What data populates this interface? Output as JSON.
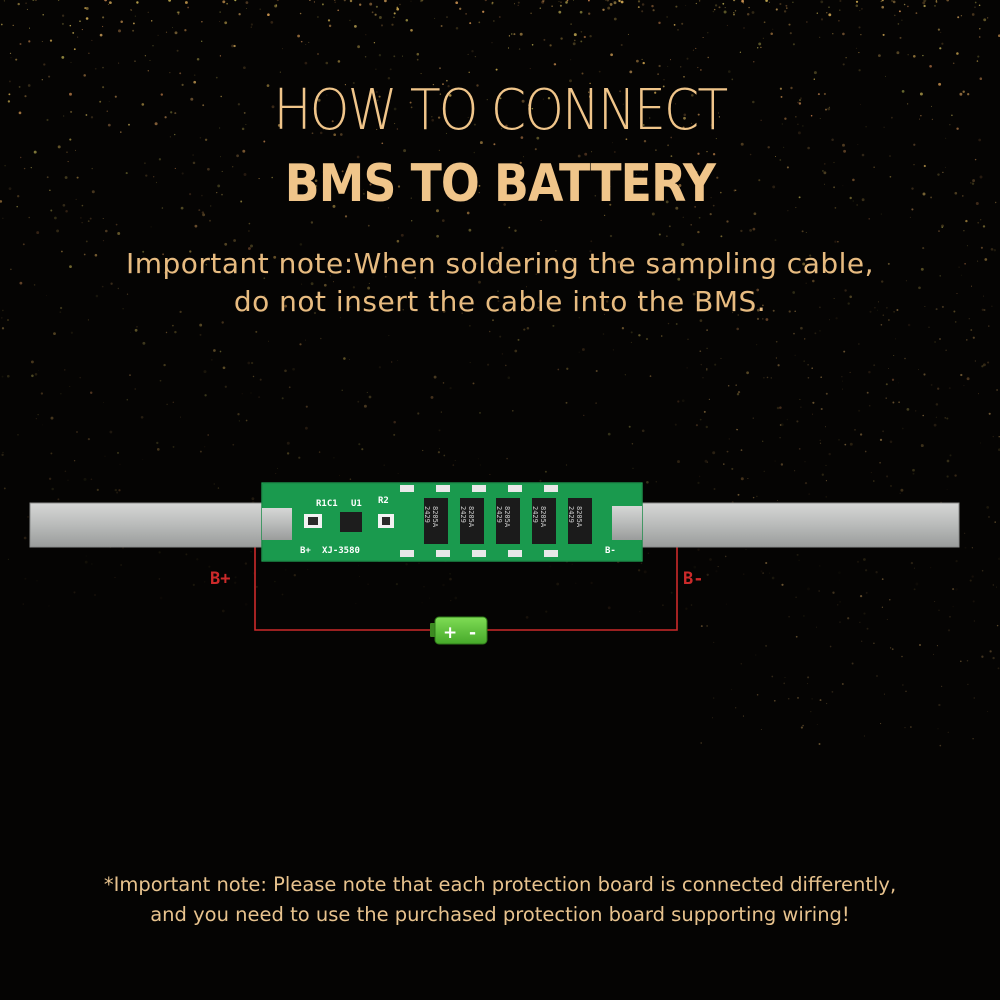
{
  "title": {
    "line1": "HOW TO CONNECT",
    "line2": "BMS TO BATTERY"
  },
  "note_top": {
    "line1": "Important note:When soldering the sampling cable,",
    "line2": "do not insert the cable into the BMS."
  },
  "pcb": {
    "model": "XJ-3580",
    "labels": [
      "R1C1",
      "U1",
      "R2"
    ],
    "pad_left": "B+",
    "pad_right": "B-",
    "chips": [
      "8205A\n2429",
      "8205A\n2429",
      "8205A\n2429",
      "8205A\n2429",
      "8205A\n2429"
    ]
  },
  "terminals": {
    "positive": "B+",
    "negative": "B-"
  },
  "battery": {
    "plus": "+",
    "minus": "-"
  },
  "note_bottom": {
    "line1": "*Important note: Please note that each protection board is connected differently,",
    "line2": "and you need to use the purchased protection board supporting wiring!"
  },
  "colors": {
    "text_gold": "#f0c58a",
    "wire_red": "#cc2a2a",
    "pcb_green": "#1a9a4e",
    "battery_green": "#5cc73a"
  }
}
